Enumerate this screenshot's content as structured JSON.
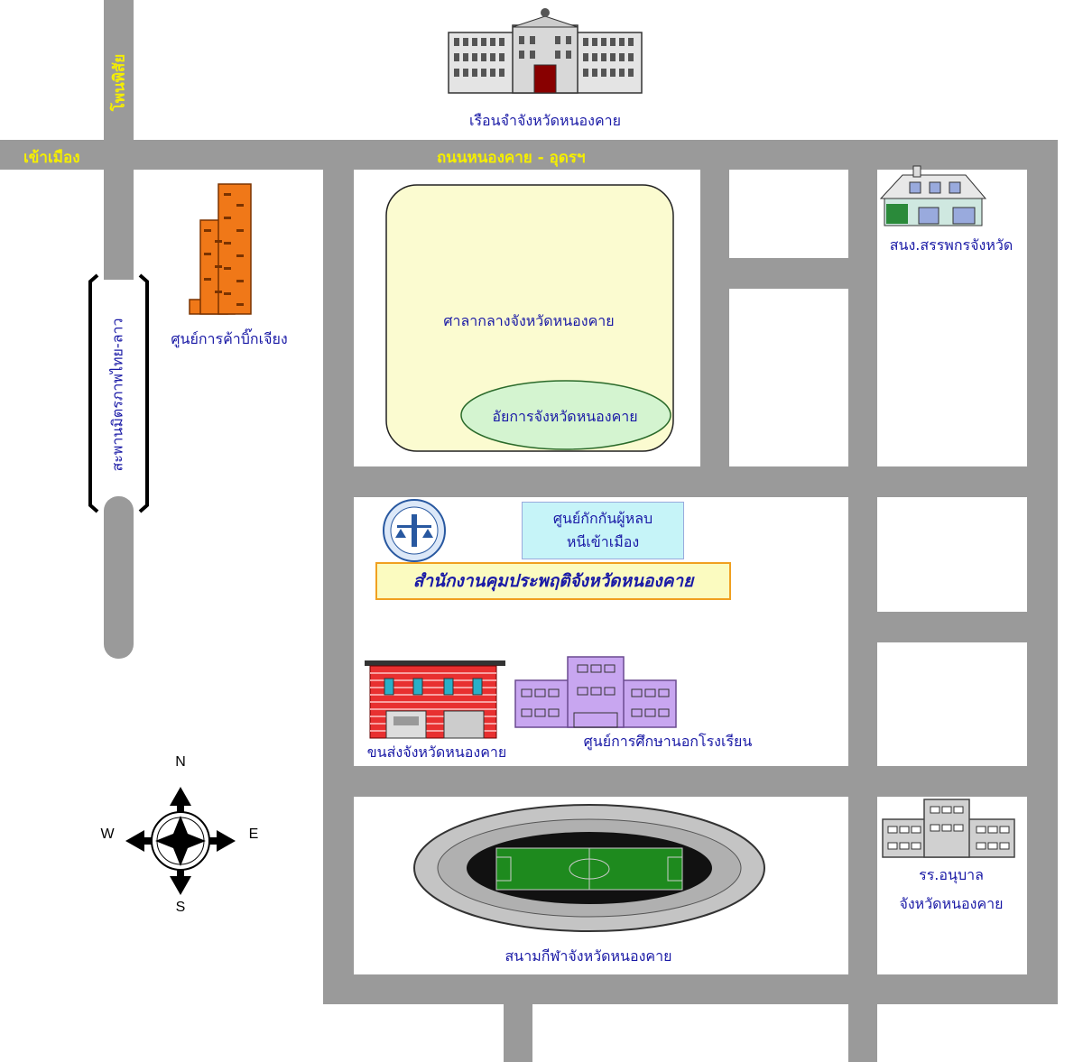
{
  "roads": {
    "main_road": "ถนนหนองคาย - อุดรฯ",
    "to_city": "เข้าเมือง",
    "phon_phisai": "โพนพิสัย",
    "bridge": "สะพานมิตรภาพไทย-ลาว"
  },
  "places": {
    "prison": "เรือนจำจังหวัดหนองคาย",
    "trade_center": "ศูนย์การค้าบิ๊กเจียง",
    "city_hall": "ศาลากลางจังหวัดหนองคาย",
    "prosecutor": "อัยการจังหวัดหนองคาย",
    "coop_office": "สนง.สรรพกรจังหวัด",
    "detention_center_line1": "ศูนย์กักกันผู้หลบ",
    "detention_center_line2": "หนีเข้าเมือง",
    "probation_office": "สำนักงานคุมประพฤติจังหวัดหนองคาย",
    "transport": "ขนส่งจังหวัดหนองคาย",
    "nfe_center": "ศูนย์การศึกษานอกโรงเรียน",
    "stadium": "สนามกีฬาจังหวัดหนองคาย",
    "kindergarten_line1": "รร.อนุบาล",
    "kindergarten_line2": "จังหวัดหนองคาย"
  },
  "compass": {
    "n": "N",
    "s": "S",
    "e": "E",
    "w": "W"
  },
  "colors": {
    "road": "#9a9a9a",
    "label_blue": "#1a1aa6",
    "road_label_yellow": "#f5ee00",
    "city_hall_fill": "#fbfbd0",
    "prosecutor_fill": "#d4f4d0",
    "probation_bg": "#fbfbc0",
    "detention_bg": "#c6f4f8",
    "field_green": "#1e8a1e"
  }
}
